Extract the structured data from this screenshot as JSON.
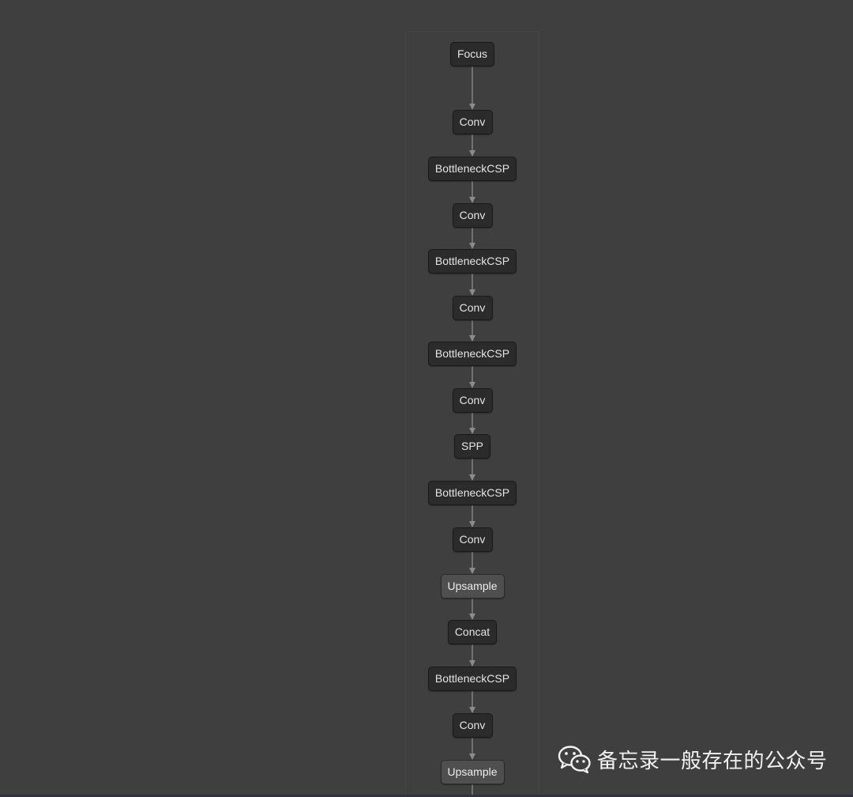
{
  "diagram": {
    "nodes": [
      {
        "label": "Focus",
        "style": "dark"
      },
      {
        "label": "Conv",
        "style": "dark"
      },
      {
        "label": "BottleneckCSP",
        "style": "dark"
      },
      {
        "label": "Conv",
        "style": "dark"
      },
      {
        "label": "BottleneckCSP",
        "style": "dark"
      },
      {
        "label": "Conv",
        "style": "dark"
      },
      {
        "label": "BottleneckCSP",
        "style": "dark"
      },
      {
        "label": "Conv",
        "style": "dark"
      },
      {
        "label": "SPP",
        "style": "dark"
      },
      {
        "label": "BottleneckCSP",
        "style": "dark"
      },
      {
        "label": "Conv",
        "style": "dark"
      },
      {
        "label": "Upsample",
        "style": "light"
      },
      {
        "label": "Concat",
        "style": "dark"
      },
      {
        "label": "BottleneckCSP",
        "style": "dark"
      },
      {
        "label": "Conv",
        "style": "dark"
      },
      {
        "label": "Upsample",
        "style": "light"
      }
    ],
    "colors": {
      "background": "#3f3f3f",
      "node_fill": "#2b2b2b",
      "node_fill_light": "#4f4f4f",
      "edge": "#8c8c8c",
      "text": "#e4e4e4"
    }
  },
  "watermark": {
    "icon": "wechat-icon",
    "text": "备忘录一般存在的公众号"
  }
}
